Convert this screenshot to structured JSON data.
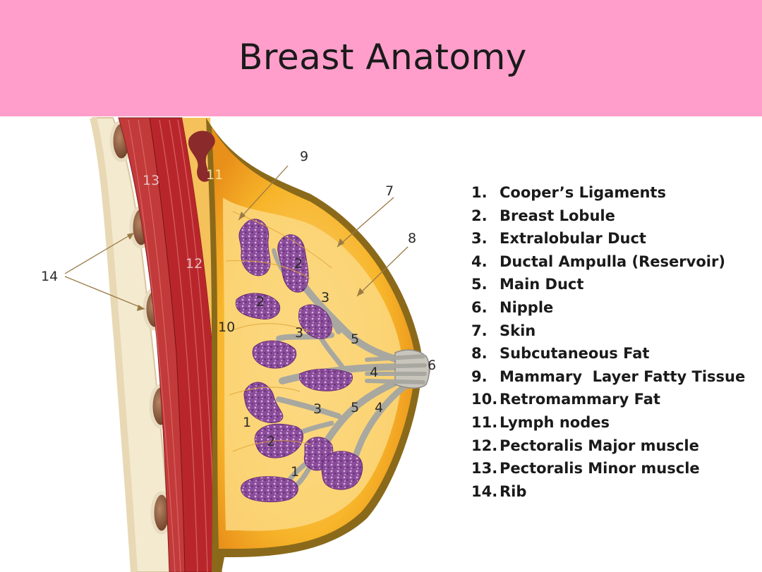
{
  "title": "Breast Anatomy",
  "colors": {
    "banner": "#ff9ecb",
    "fat": "#f7b52a",
    "skin": "#8a6a1a",
    "muscle": "#b8262b",
    "lobule": "#8a4c9a",
    "duct": "#b5b5ad",
    "rib": "#8c5a3c"
  },
  "legend": [
    {
      "num": "1.",
      "label": "Cooper’s Ligaments"
    },
    {
      "num": "2.",
      "label": "Breast Lobule"
    },
    {
      "num": "3.",
      "label": "Extralobular Duct"
    },
    {
      "num": "4.",
      "label": "Ductal Ampulla (Reservoir)"
    },
    {
      "num": "5.",
      "label": "Main Duct"
    },
    {
      "num": "6.",
      "label": "Nipple"
    },
    {
      "num": "7.",
      "label": "Skin"
    },
    {
      "num": "8.",
      "label": "Subcutaneous Fat"
    },
    {
      "num": "9.",
      "label": "Mammary  Layer Fatty Tissue"
    },
    {
      "num": "10.",
      "label": "Retromammary Fat"
    },
    {
      "num": "11.",
      "label": "Lymph nodes"
    },
    {
      "num": "12.",
      "label": "Pectoralis Major muscle"
    },
    {
      "num": "13.",
      "label": "Pectoralis Minor muscle"
    },
    {
      "num": "14.",
      "label": "Rib"
    }
  ],
  "callouts": {
    "c1a": "1",
    "c1b": "1",
    "c2a": "2",
    "c2b": "2",
    "c2c": "2",
    "c3a": "3",
    "c3b": "3",
    "c3c": "3",
    "c4a": "4",
    "c4b": "4",
    "c5a": "5",
    "c5b": "5",
    "c6": "6",
    "c7": "7",
    "c8": "8",
    "c9": "9",
    "c10": "10",
    "c11": "11",
    "c12": "12",
    "c13": "13",
    "c14": "14"
  }
}
